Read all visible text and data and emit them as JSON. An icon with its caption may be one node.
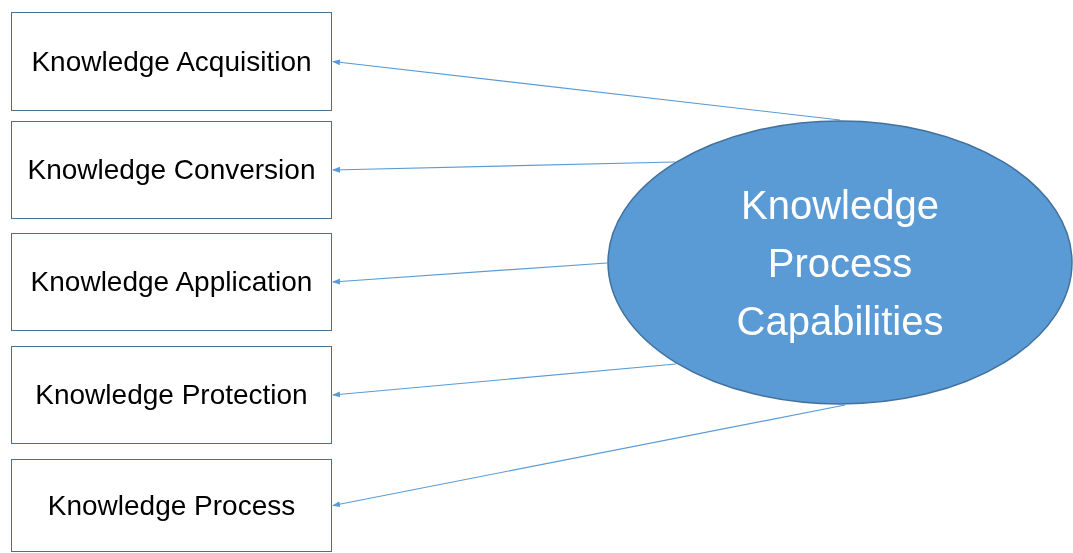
{
  "diagram": {
    "nodes": [
      {
        "text": [
          "Knowledge Acquisition"
        ]
      },
      {
        "text": [
          "Knowledge Conversion"
        ]
      },
      {
        "text": [
          "Knowledge Application"
        ]
      },
      {
        "text": [
          "Knowledge Protection"
        ]
      },
      {
        "text": [
          "Knowledge Process"
        ]
      },
      {
        "text": [
          "Knowledge Process Capabilities"
        ]
      }
    ],
    "edges": [
      {
        "from": 5,
        "to": 0,
        "arrow": "to"
      },
      {
        "from": 5,
        "to": 1,
        "arrow": "to"
      },
      {
        "from": 5,
        "to": 2,
        "arrow": "to"
      },
      {
        "from": 5,
        "to": 3,
        "arrow": "to"
      },
      {
        "from": 5,
        "to": 4,
        "arrow": "to"
      }
    ]
  }
}
